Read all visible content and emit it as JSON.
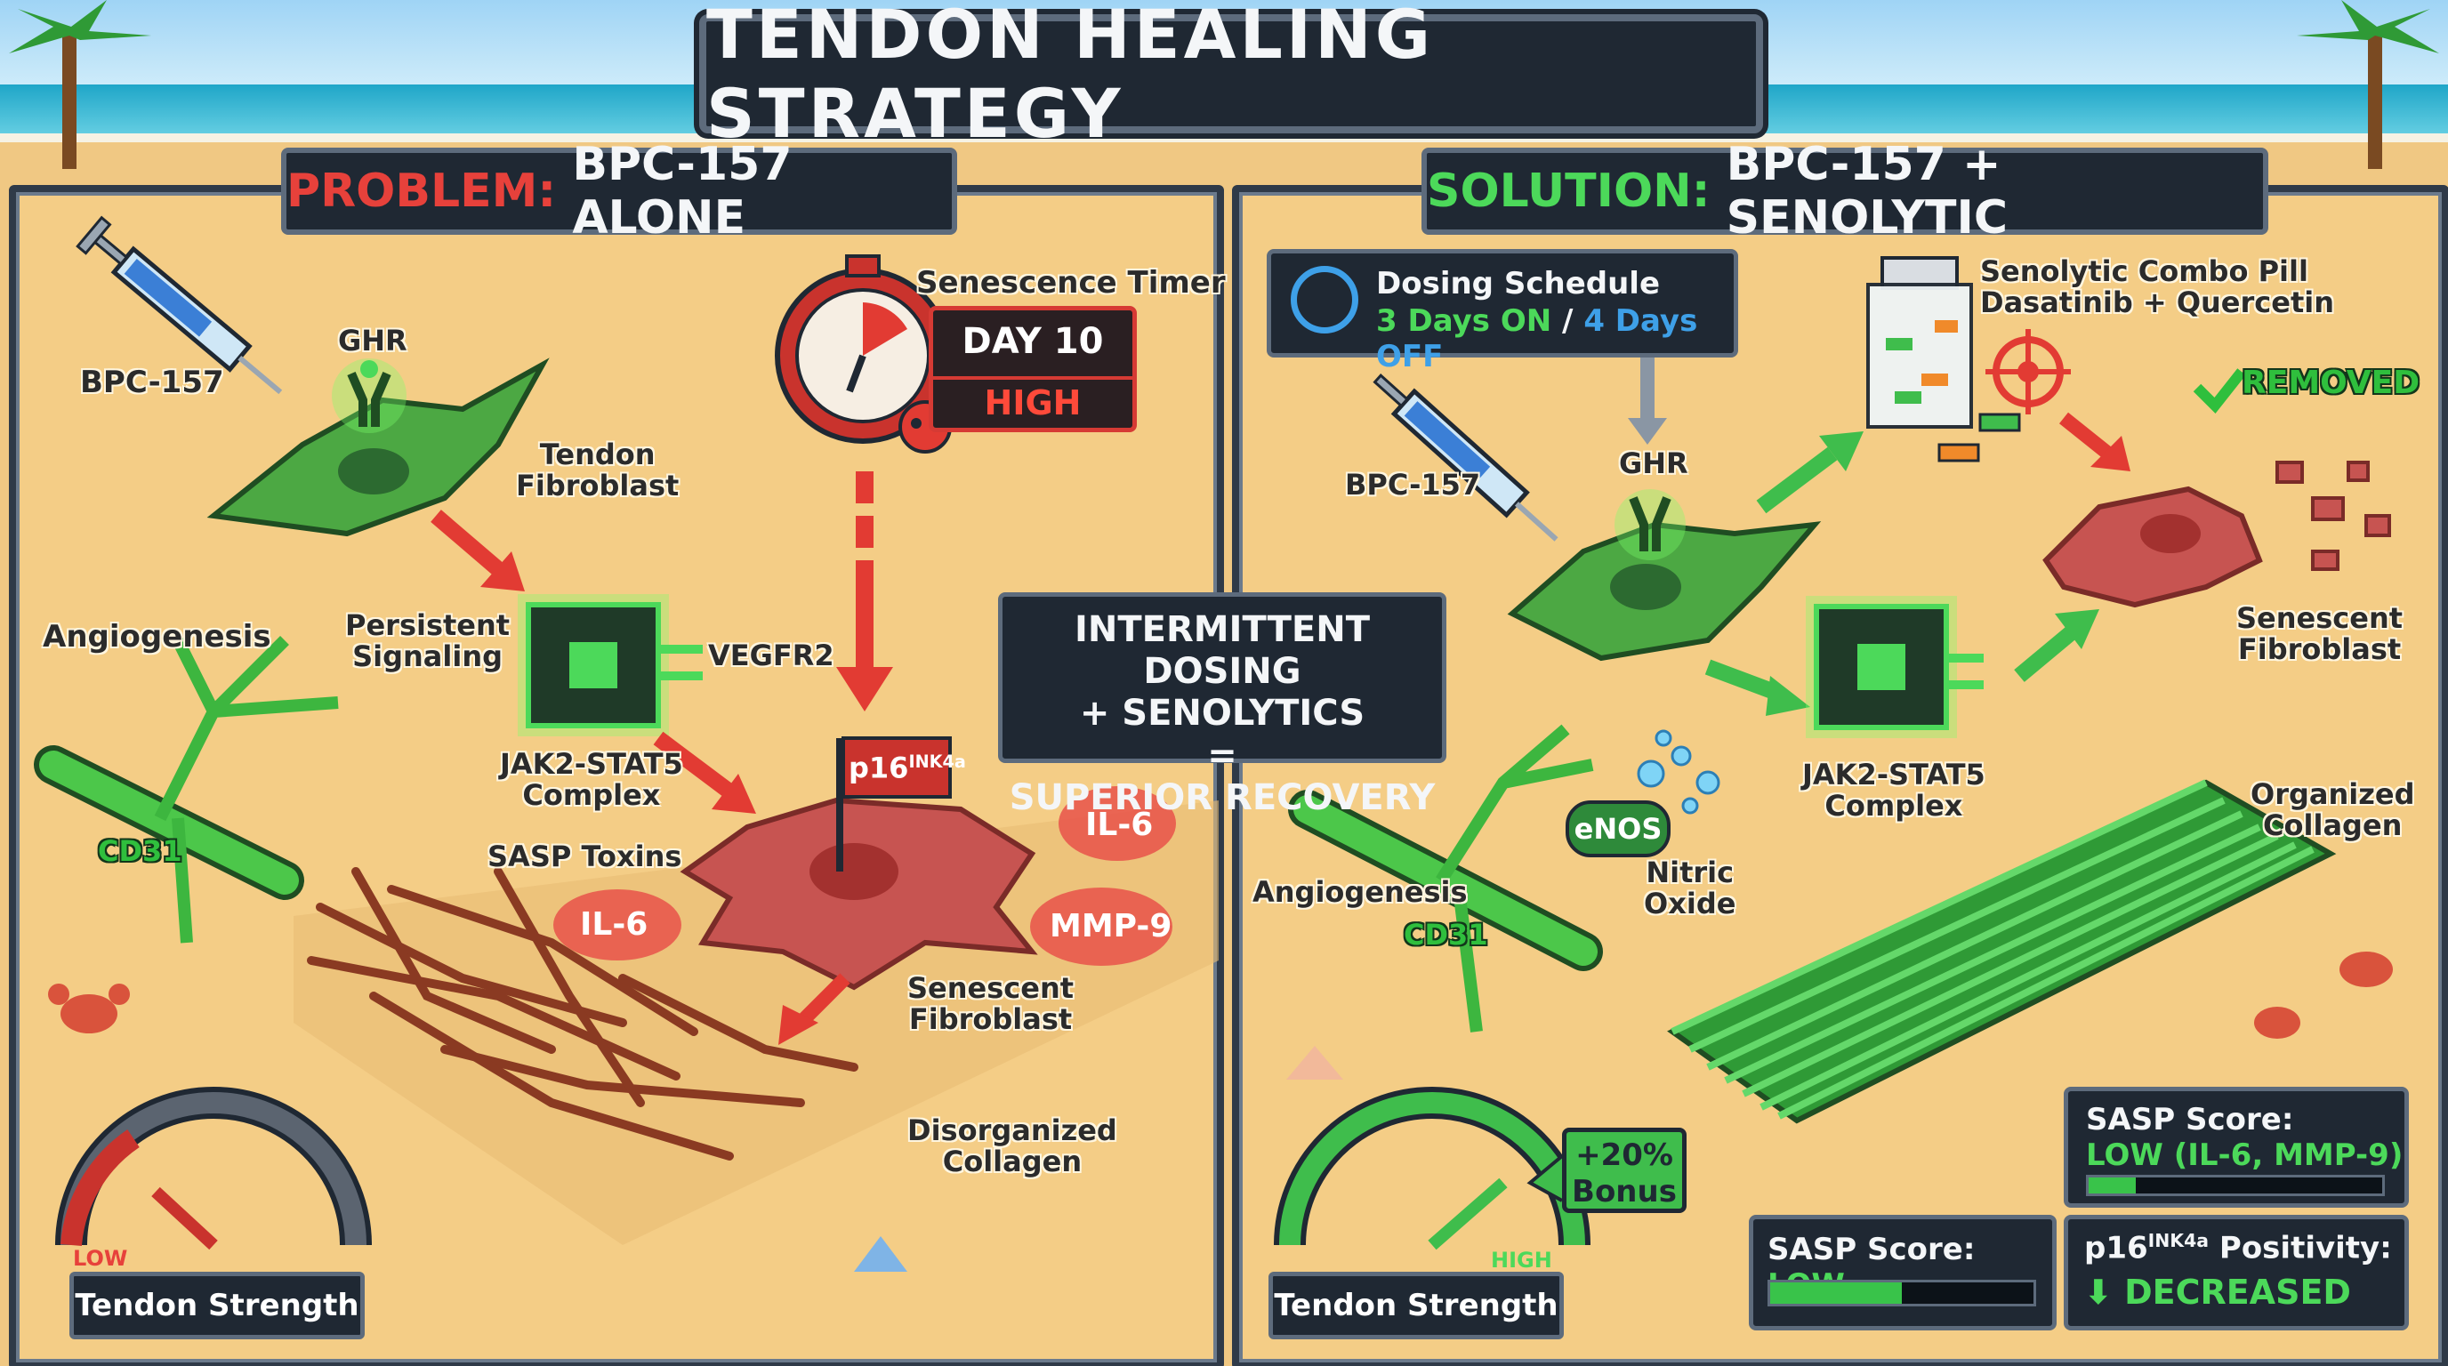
{
  "title": "TENDON HEALING STRATEGY",
  "left": {
    "header_prefix": "PROBLEM:",
    "header_text": "BPC-157 ALONE",
    "bpc": "BPC-157",
    "ghr": "GHR",
    "tendon_fibroblast": "Tendon\nFibroblast",
    "timer_label": "Senescence Timer",
    "timer_day": "DAY 10",
    "timer_level": "HIGH",
    "persistent": "Persistent\nSignaling",
    "vegfr2": "VEGFR2",
    "angiogenesis": "Angiogenesis",
    "cd31": "CD31",
    "jak": "JAK2-STAT5\nComplex",
    "sasp_toxins": "SASP Toxins",
    "il6_a": "IL-6",
    "il6_b": "IL-6",
    "mmp9": "MMP-9",
    "p16": "p16",
    "p16_sup": "INK4a",
    "senescent": "Senescent\nFibroblast",
    "disorganized": "Disorganized\nCollagen",
    "gauge_low": "LOW",
    "gauge_label": "Tendon Strength"
  },
  "center": {
    "line1": "INTERMITTENT DOSING",
    "line2": "+ SENOLYTICS",
    "line3": "=",
    "line4": "SUPERIOR RECOVERY"
  },
  "right": {
    "header_prefix": "SOLUTION:",
    "header_text": "BPC-157 + SENOLYTIC",
    "dose_title": "Dosing Schedule",
    "dose_on": "3 Days ON",
    "dose_sep": " / ",
    "dose_off": "4 Days OFF",
    "pill_label": "Senolytic Combo Pill\nDasatinib + Quercetin",
    "removed": "REMOVED",
    "bpc": "BPC-157",
    "ghr": "GHR",
    "senescent": "Senescent\nFibroblast",
    "jak": "JAK2-STAT5\nComplex",
    "enos": "eNOS",
    "nitric": "Nitric\nOxide",
    "angiogenesis": "Angiogenesis",
    "cd31": "CD31",
    "organized": "Organized\nCollagen",
    "bonus": "+20%\nBonus",
    "gauge_high": "HIGH",
    "gauge_label": "Tendon Strength",
    "sasp_title": "SASP Score:",
    "sasp_detail": "LOW (IL-6, MMP-9)",
    "sasp_short_prefix": "SASP Score:",
    "sasp_short_value": "LOW",
    "p16_title": "p16",
    "p16_sup": "INK4a",
    "p16_after": " Positivity:",
    "p16_status": "⬇ DECREASED"
  },
  "colors": {
    "problem": "#e7413b",
    "solution": "#4cd95a",
    "panel_border": "#2f3a48"
  },
  "icons": [
    "syringe-icon",
    "receptor-icon",
    "stopwatch-icon",
    "skull-icon",
    "chip-icon",
    "flag-icon",
    "pill-bottle-icon",
    "target-icon",
    "check-icon",
    "clock-cycle-icon",
    "crab-icon",
    "shell-icon",
    "palm-tree-icon"
  ]
}
